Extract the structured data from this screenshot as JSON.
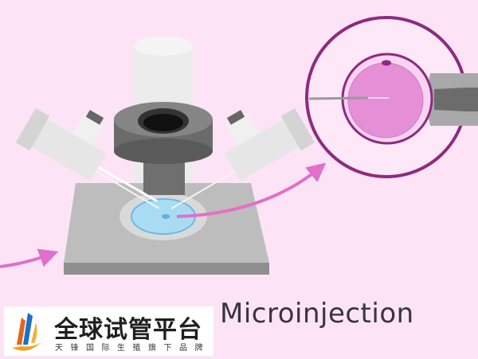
{
  "caption": "Microinjection",
  "logo": {
    "title": "全球试管平台",
    "subtitle": "天锋国际生殖旗下品牌"
  },
  "colors": {
    "background": "#fce4f6",
    "accent_magenta": "#8e2a7e",
    "arrow_pink": "#e26fc9",
    "cell_pink": "#e58fd6"
  }
}
